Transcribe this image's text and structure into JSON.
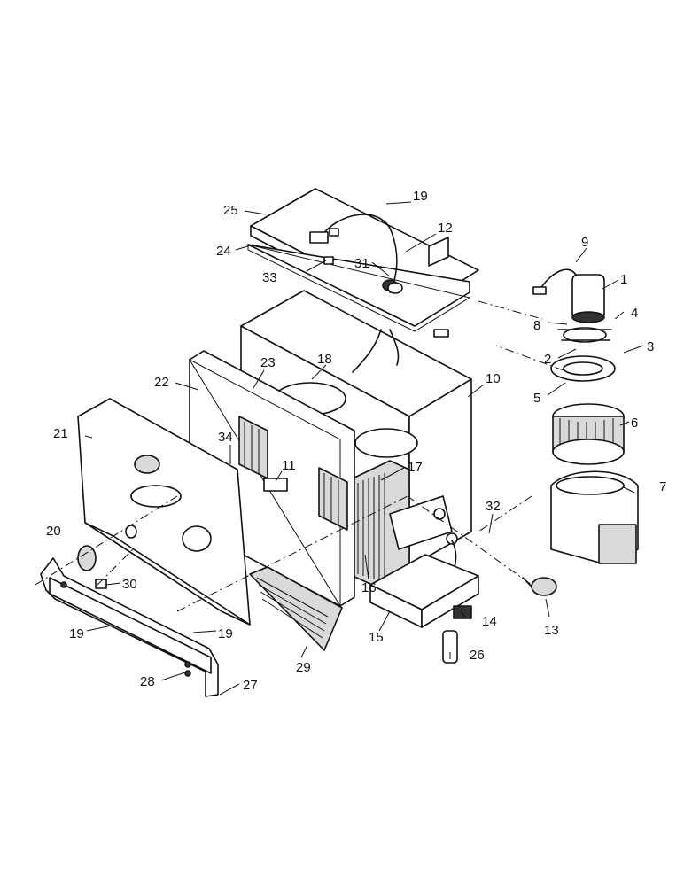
{
  "labels": [
    "1",
    "2",
    "3",
    "4",
    "5",
    "6",
    "7",
    "8",
    "9",
    "10",
    "11",
    "12",
    "14",
    "15",
    "16",
    "17",
    "18",
    "19",
    "20",
    "21",
    "22",
    "23",
    "24",
    "25",
    "26",
    "27",
    "28",
    "29",
    "30",
    "31",
    "32",
    "33",
    "34",
    "13"
  ],
  "label_19_repeats": [
    "19",
    "19"
  ]
}
